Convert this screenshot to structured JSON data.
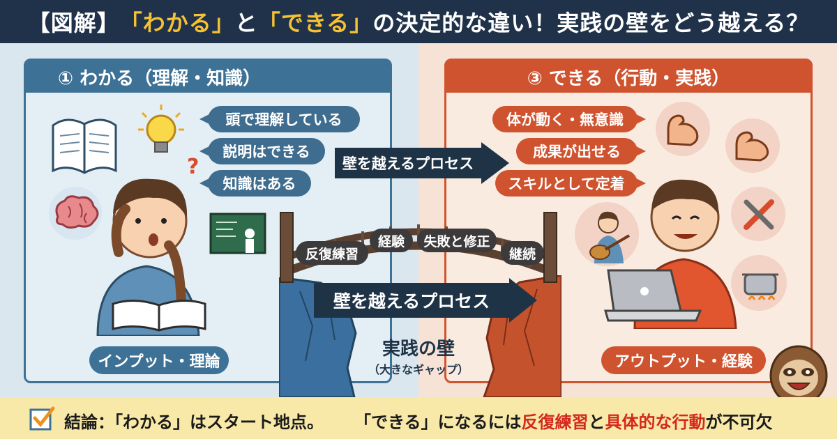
{
  "header": {
    "title_a": "【図解】",
    "title_b": "「わかる」",
    "title_c": "と",
    "title_d": "「できる」",
    "title_e": "の決定的な違い！実践の壁をどう越える？"
  },
  "left_panel": {
    "title": "① わかる（理解・知識）",
    "bubbles": [
      "頭で理解している",
      "説明はできる",
      "知識はある"
    ],
    "footer": "インプット・理論"
  },
  "right_panel": {
    "title": "③ できる（行動・実践）",
    "bubbles": [
      "体が動く・無意識",
      "成果が出せる",
      "スキルとして定着"
    ],
    "footer": "アウトプット・経験"
  },
  "bridge": {
    "signs": [
      "反復練習",
      "経験",
      "失敗と修正",
      "継続"
    ]
  },
  "process_arrow_top": "壁を越えるプロセス",
  "process_arrow_bottom": "壁を越えるプロセス",
  "wall": {
    "label": "実践の壁",
    "sub": "（大きなギャップ）"
  },
  "conclusion": {
    "part1": "結論：「わかる」はスタート地点。",
    "part2": "「できる」になるには",
    "part3": "反復練習",
    "part4": "と",
    "part5": "具体的な行動",
    "part6": "が不可欠"
  },
  "icons": {
    "check": "checkbox-check-icon"
  }
}
